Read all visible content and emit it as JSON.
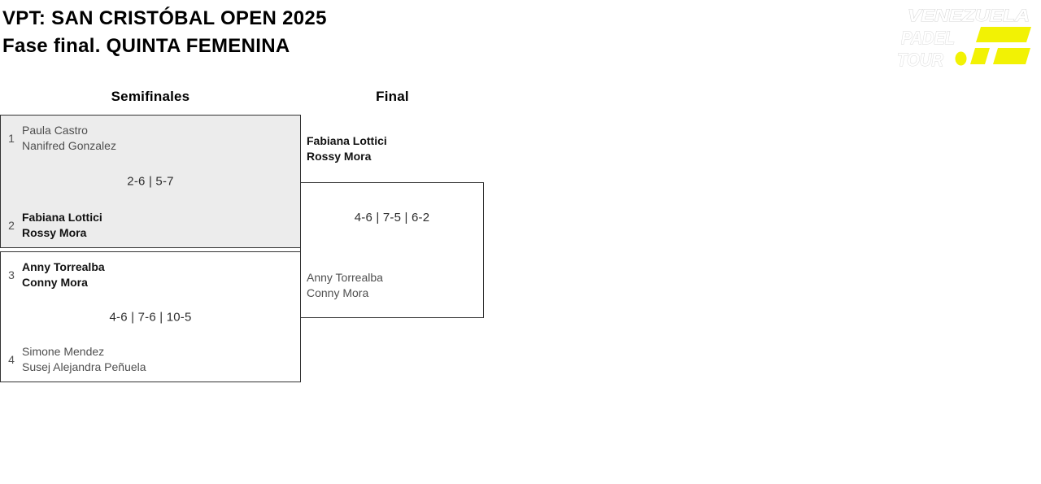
{
  "header": {
    "title": "VPT: SAN CRISTÓBAL OPEN 2025",
    "subtitle": "Fase final. QUINTA FEMENINA"
  },
  "logo": {
    "line1": "VENEZUELA",
    "line2": "PADEL",
    "line3": "TOUR",
    "accent_color": "#f2f204"
  },
  "bracket": {
    "rounds": [
      {
        "label": "Semifinales"
      },
      {
        "label": "Final"
      }
    ],
    "semifinals": [
      {
        "score": "2-6 | 5-7",
        "teams": [
          {
            "seed": "1",
            "players": [
              "Paula Castro",
              "Nanifred Gonzalez"
            ],
            "winner": false
          },
          {
            "seed": "2",
            "players": [
              "Fabiana Lottici",
              "Rossy Mora"
            ],
            "winner": true
          }
        ]
      },
      {
        "score": "4-6 | 7-6 | 10-5",
        "teams": [
          {
            "seed": "3",
            "players": [
              "Anny Torrealba",
              "Conny Mora"
            ],
            "winner": true
          },
          {
            "seed": "4",
            "players": [
              "Simone Mendez",
              "Susej Alejandra Peñuela"
            ],
            "winner": false
          }
        ]
      }
    ],
    "final": {
      "score": "4-6 | 7-5 | 6-2",
      "teams": [
        {
          "players": [
            "Fabiana Lottici",
            "Rossy Mora"
          ],
          "winner": true
        },
        {
          "players": [
            "Anny Torrealba",
            "Conny Mora"
          ],
          "winner": false
        }
      ]
    }
  },
  "colors": {
    "box_border": "#333333",
    "shaded_box_bg": "#ececec",
    "winner_text": "#111111",
    "loser_text": "#4f4f4f",
    "score_text": "#2d2d2d",
    "heading_text": "#000000"
  }
}
